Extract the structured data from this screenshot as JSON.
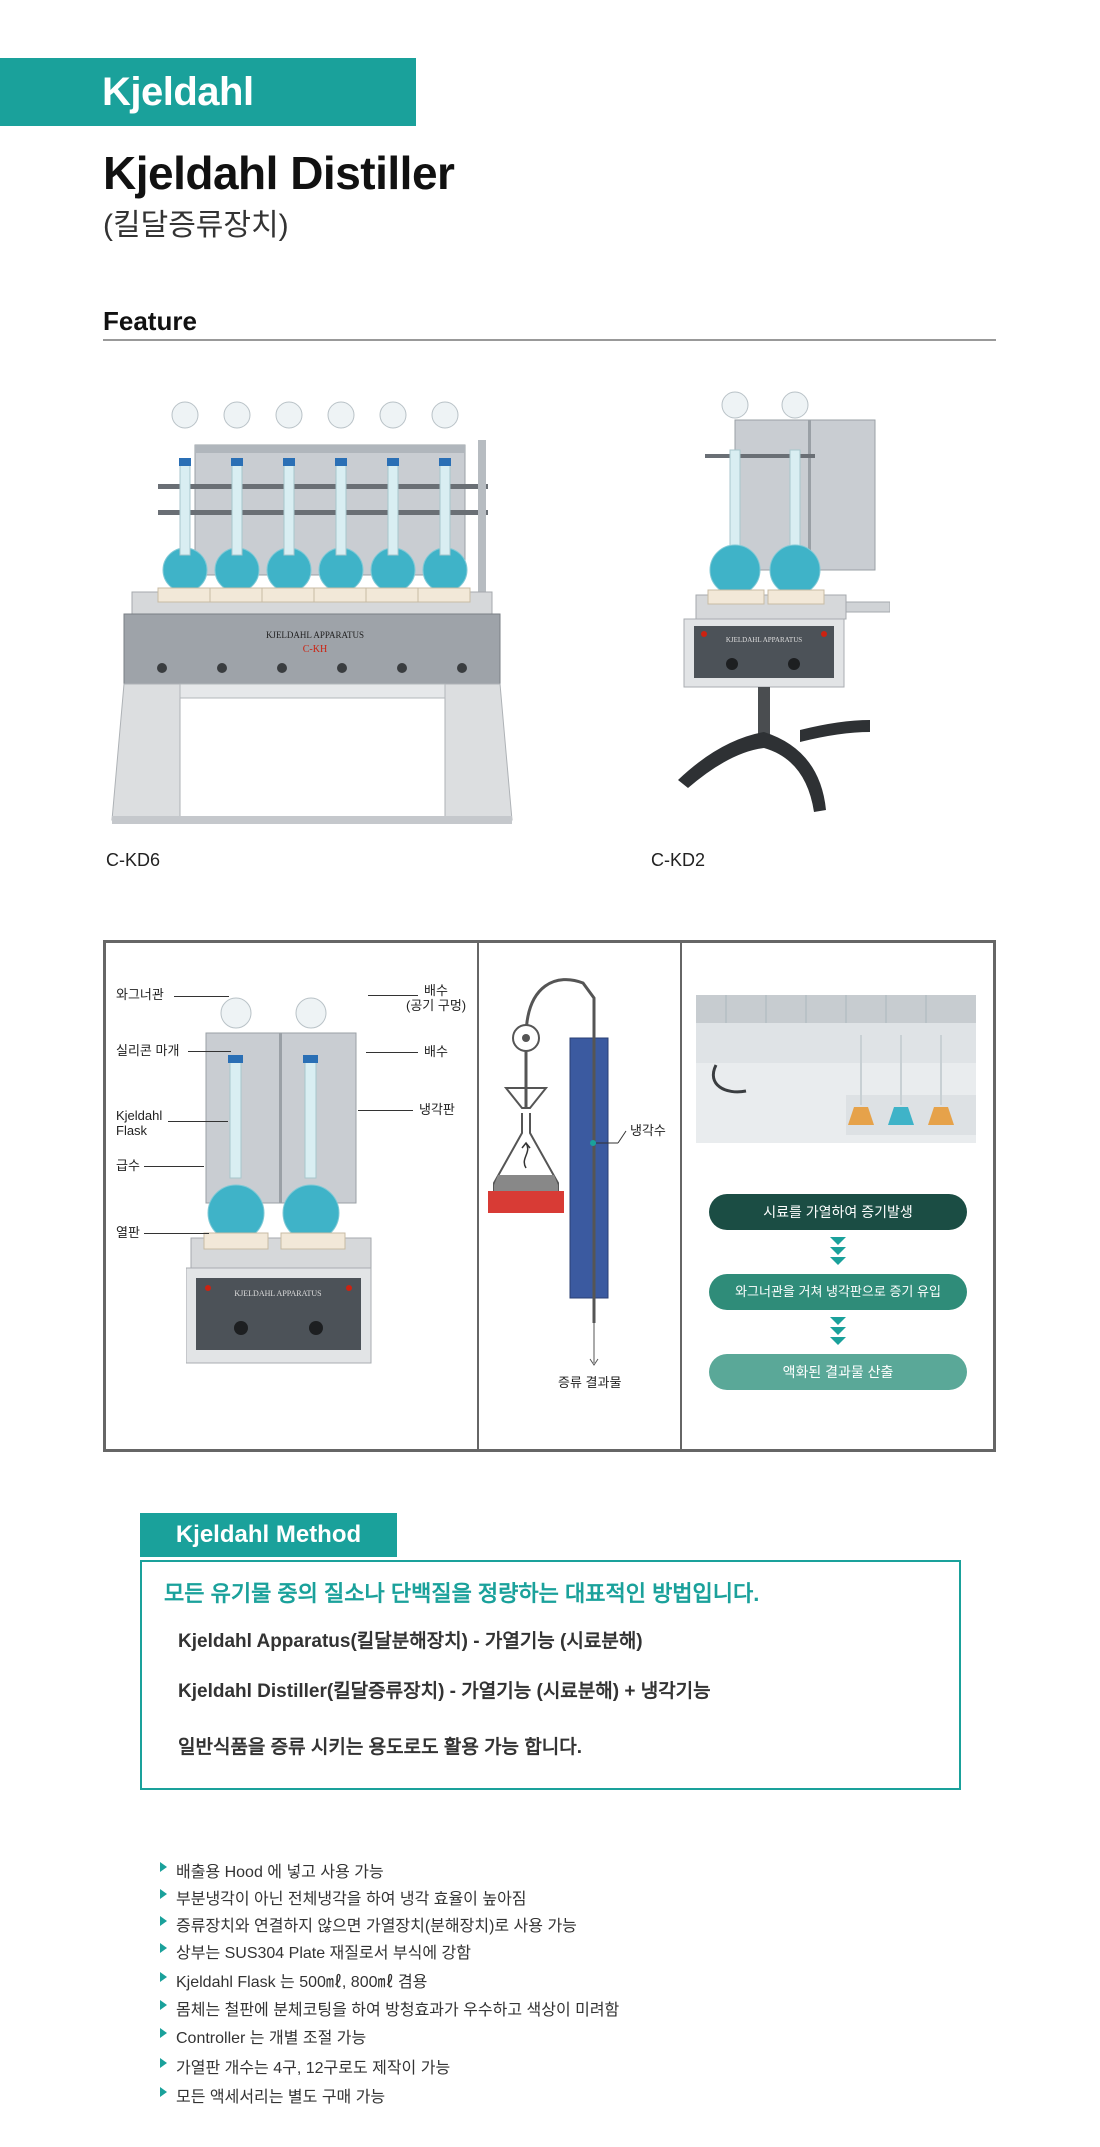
{
  "header": {
    "category": "Kjeldahl",
    "title": "Kjeldahl Distiller",
    "subtitle": "(킬달증류장치)"
  },
  "feature": {
    "title": "Feature",
    "products": [
      {
        "model": "C-KD6",
        "panel_brand": "KJELDAHL APPARATUS",
        "panel_model": "C-KH"
      },
      {
        "model": "C-KD2",
        "panel_brand": "KJELDAHL APPARATUS"
      }
    ]
  },
  "diagram": {
    "labels": {
      "wagner": "와그너관",
      "drain1": "배수",
      "drain1_sub": "(공기 구멍)",
      "silicone": "실리콘 마개",
      "drain2": "배수",
      "flask": "Kjeldahl\nFlask",
      "cooling_plate": "냉각판",
      "supply": "급수",
      "heating_plate": "열판",
      "panel_brand": "KJELDAHL APPARATUS",
      "cooling_water": "냉각수",
      "distillate": "증류 결과물"
    },
    "flow": [
      {
        "text": "시료를 가열하여 증기발생",
        "color": "#1b4d44"
      },
      {
        "text": "와그너관을 거쳐 냉각판으로 증기 유입",
        "color": "#2f8c79"
      },
      {
        "text": "액화된 결과물 산출",
        "color": "#5aa898"
      }
    ],
    "arrow_color": "#1aa19b"
  },
  "method": {
    "title": "Kjeldahl Method",
    "headline": "모든 유기물 중의 질소나 단백질을 정량하는 대표적인 방법입니다.",
    "lines": [
      "Kjeldahl Apparatus(킬달분해장치) - 가열기능 (시료분해)",
      "Kjeldahl Distiller(킬달증류장치) - 가열기능 (시료분해) + 냉각기능",
      "일반식품을 증류 시키는 용도로도 활용 가능 합니다."
    ]
  },
  "bullets": [
    "배출용 Hood 에 넣고 사용 가능",
    "부분냉각이 아닌 전체냉각을 하여 냉각 효율이 높아짐",
    "증류장치와 연결하지 않으면 가열장치(분해장치)로 사용 가능",
    "상부는 SUS304 Plate 재질로서 부식에 강함",
    "Kjeldahl Flask 는 500㎖, 800㎖ 겸용",
    "몸체는 철판에 분체코팅을 하여 방청효과가 우수하고 색상이 미려함",
    "Controller 는 개별 조절 가능",
    "가열판 개수는 4구, 12구로도 제작이 가능",
    "모든 액세서리는 별도 구매 가능"
  ],
  "colors": {
    "brand": "#1aa19b",
    "flask_liquid": "#3fb3c8",
    "heater": "#d83b35",
    "condenser": "#3b5aa0"
  }
}
